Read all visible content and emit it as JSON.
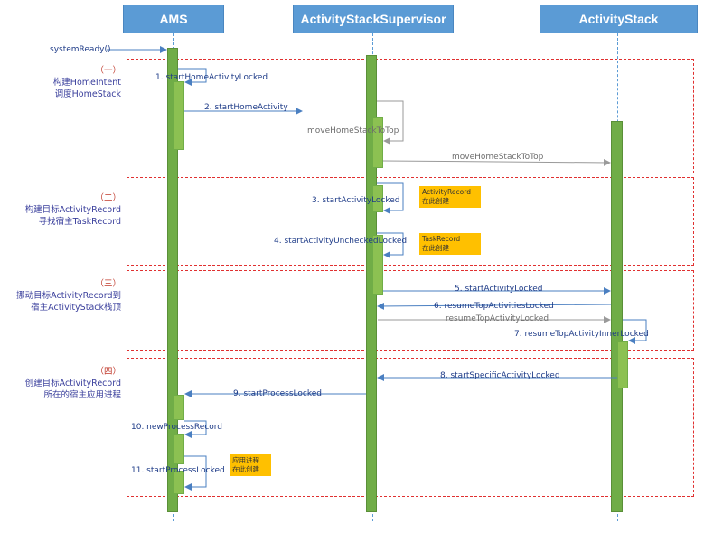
{
  "lifelines": {
    "ams": "AMS",
    "supervisor": "ActivityStackSupervisor",
    "stack": "ActivityStack"
  },
  "entry": "systemReady()",
  "sections": [
    {
      "num": "（一）",
      "lines": [
        "构建HomeIntent",
        "调度HomeStack"
      ]
    },
    {
      "num": "（二）",
      "lines": [
        "构建目标ActivityRecord",
        "寻找宿主TaskRecord"
      ]
    },
    {
      "num": "（三）",
      "lines": [
        "挪动目标ActivityRecord到",
        "宿主ActivityStack栈顶"
      ]
    },
    {
      "num": "（四）",
      "lines": [
        "创建目标ActivityRecord",
        "所在的宿主应用进程"
      ]
    }
  ],
  "messages": {
    "m1": "1. startHomeActivityLocked",
    "m2": "2. startHomeActivity",
    "move1": "moveHomeStackToTop",
    "move2": "moveHomeStackToTop",
    "m3": "3. startActivityLocked",
    "m4": "4. startActivityUncheckedLocked",
    "m5": "5. startActivityLocked",
    "m6": "6. resumeTopActivitiesLocked",
    "r6": "resumeTopActivityLocked",
    "m7": "7. resumeTopActivityInnerLocked",
    "m8": "8. startSpecificActivityLocked",
    "m9": "9. startProcessLocked",
    "m10": "10. newProcessRecord",
    "m11": "11. startProcessLocked"
  },
  "notes": {
    "n1": [
      "ActivityRecord",
      "在此创建"
    ],
    "n2": [
      "TaskRecord",
      "在此创建"
    ],
    "n3": [
      "应用进程",
      "在此创建"
    ]
  },
  "colors": {
    "header": "#5b9bd5",
    "activation": "#70ad47",
    "section_border": "#e03030",
    "note": "#ffc000",
    "arrow": "#4a7fc1"
  }
}
